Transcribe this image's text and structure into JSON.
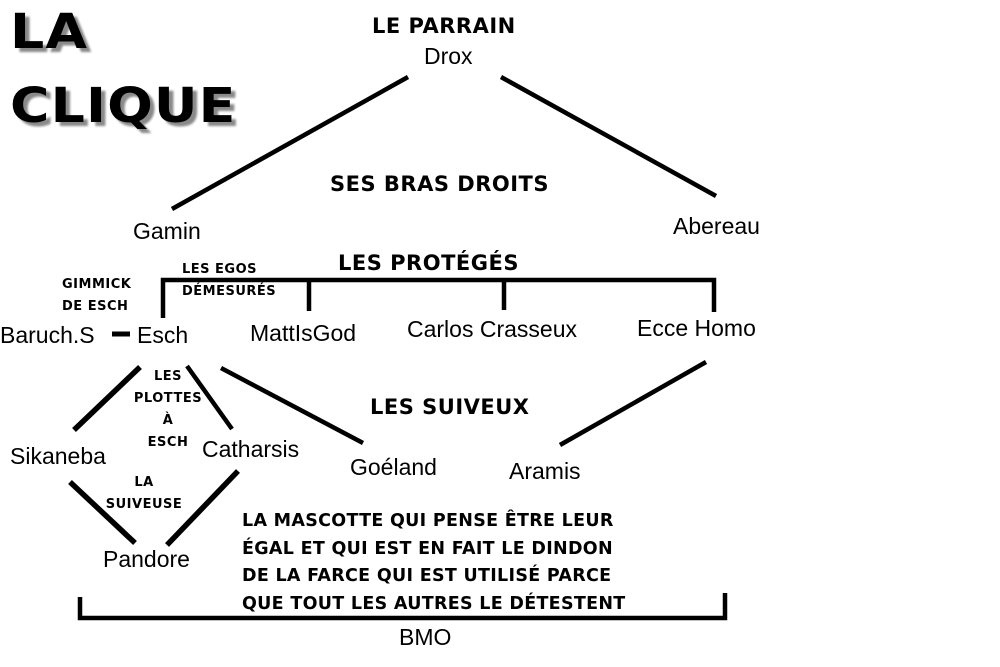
{
  "title": {
    "line1": "LA",
    "line2": "CLIQUE"
  },
  "tiers": {
    "godfather": {
      "header": "LE PARRAIN",
      "name": "Drox"
    },
    "right_hands": {
      "header": "SES BRAS DROITS",
      "members": [
        "Gamin",
        "Abereau"
      ]
    },
    "proteges": {
      "header": "LES PROTÉGÉS",
      "members": [
        "Esch",
        "MattIsGod",
        "Carlos Crasseux",
        "Ecce Homo"
      ]
    },
    "followers": {
      "header": "LES SUIVEUX",
      "members": [
        "Goéland",
        "Aramis"
      ]
    }
  },
  "annotations": {
    "egos": {
      "line1": "LES EGOS",
      "line2": "DÉMESURÉS"
    },
    "gimmick": {
      "line1": "GIMMICK",
      "line2": "DE ESCH"
    },
    "plottes": {
      "line1": "LES",
      "line2": "PLOTTES",
      "line3": "À",
      "line4": "ESCH"
    },
    "suiveuse": {
      "line1": "LA",
      "line2": "SUIVEUSE"
    }
  },
  "names": {
    "drox": "Drox",
    "gamin": "Gamin",
    "abereau": "Abereau",
    "baruch": "Baruch.S",
    "esch": "Esch",
    "mattisgod": "MattIsGod",
    "carlos": "Carlos Crasseux",
    "ecce": "Ecce Homo",
    "sikaneba": "Sikaneba",
    "catharsis": "Catharsis",
    "goeland": "Goéland",
    "aramis": "Aramis",
    "pandore": "Pandore",
    "bmo": "BMO"
  },
  "mascot_note": {
    "lines": [
      "LA MASCOTTE QUI PENSE ÊTRE LEUR",
      "ÉGAL ET QUI EST EN FAIT LE DINDON",
      "DE LA FARCE QUI EST UTILISÉ PARCE",
      "QUE TOUT LES AUTRES LE DÉTESTENT"
    ],
    "subject": "BMO"
  },
  "colors": {
    "ink": "#000000",
    "background": "#ffffff",
    "title_shadow": "#8a8a8a"
  }
}
